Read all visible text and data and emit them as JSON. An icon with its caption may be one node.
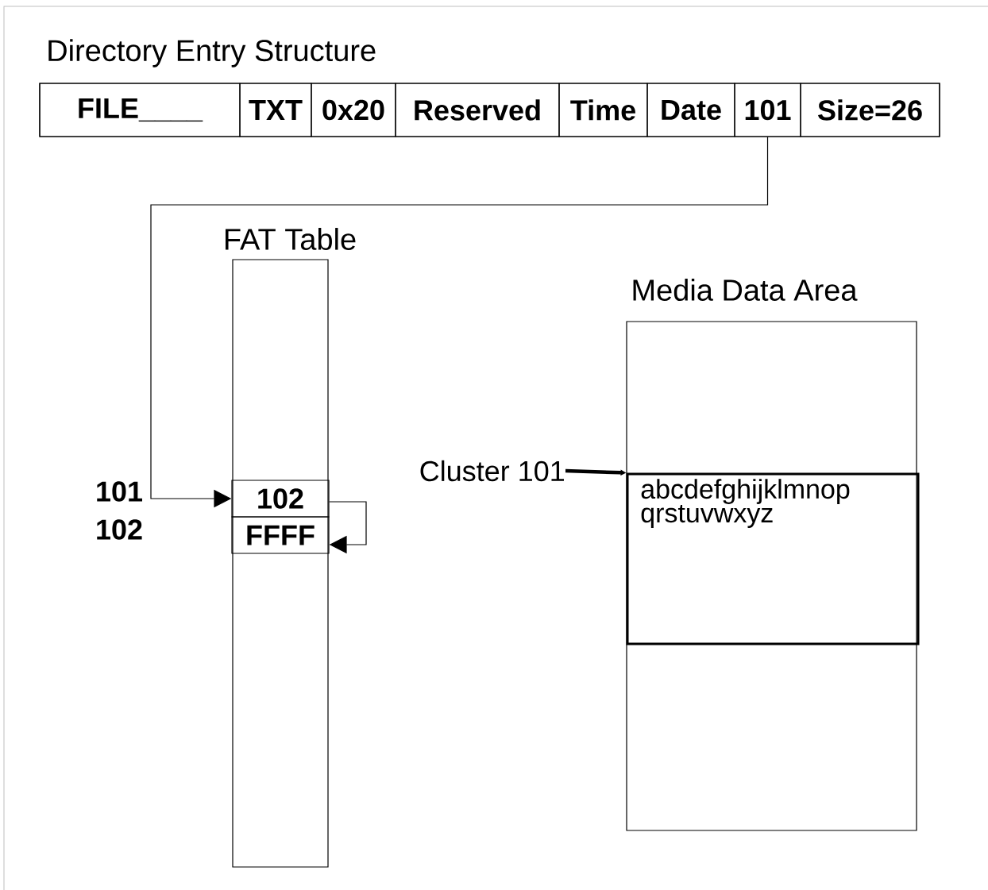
{
  "diagram": {
    "nodes": [
      {
        "text": [
          "Directory Entry Structure"
        ]
      },
      {
        "text": [
          "FILE____"
        ],
        "in": 0
      },
      {
        "text": [
          "TXT"
        ],
        "in": 0
      },
      {
        "text": [
          "0x20"
        ],
        "in": 0
      },
      {
        "text": [
          "Reserved"
        ],
        "in": 0
      },
      {
        "text": [
          "Time"
        ],
        "in": 0
      },
      {
        "text": [
          "Date"
        ],
        "in": 0
      },
      {
        "text": [
          "101"
        ],
        "in": 0
      },
      {
        "text": [
          "Size=26"
        ],
        "in": 0
      },
      {
        "text": [
          "FAT Table"
        ]
      },
      {
        "text": [
          "102"
        ],
        "in": 9
      },
      {
        "text": [
          "FFFF"
        ],
        "in": 9
      },
      {
        "text": [
          "Media Data Area"
        ]
      },
      {
        "text": [
          "abcdefghijklmnop qrstuvwxyz"
        ],
        "in": 12
      },
      {
        "text": [
          "Cluster 101"
        ]
      }
    ],
    "edges": [
      {
        "from": 7,
        "to": 10,
        "arrow": "to"
      },
      {
        "from": 10,
        "to": 11,
        "arrow": "to"
      },
      {
        "from": 14,
        "to": 13,
        "arrow": "to",
        "style": "thick"
      }
    ],
    "labels": [
      "101",
      "102"
    ]
  }
}
